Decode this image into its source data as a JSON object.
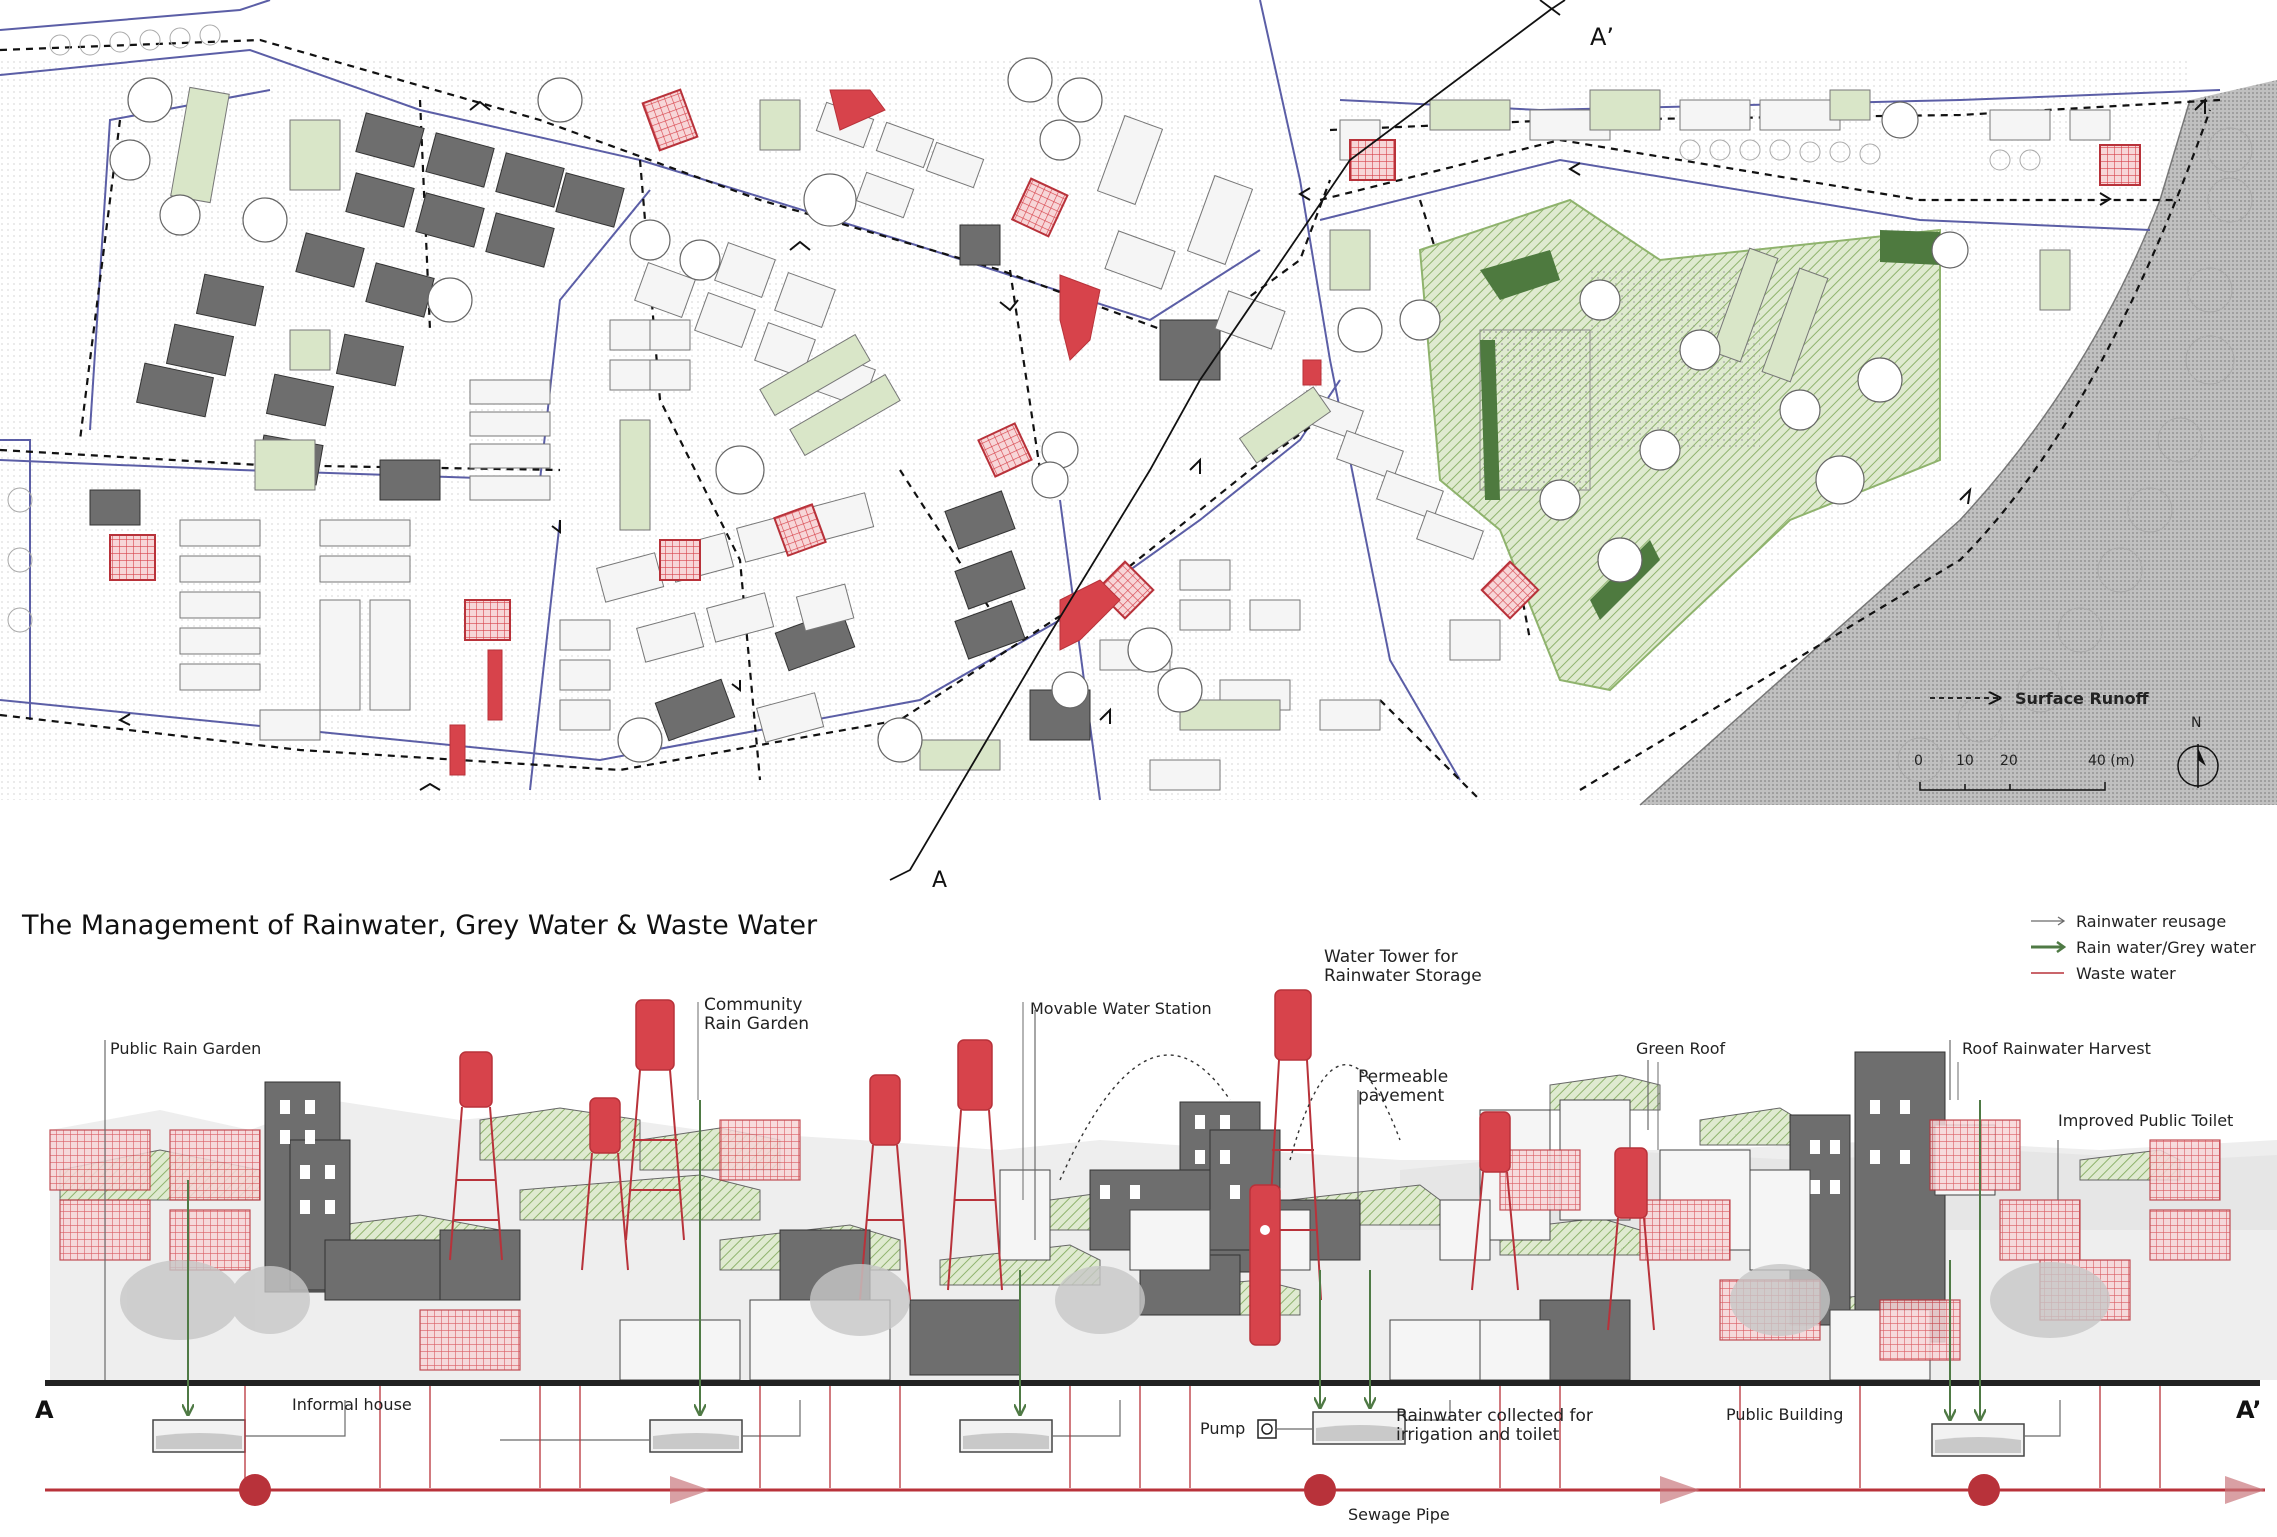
{
  "plan": {
    "section_start": "A",
    "section_end": "A’",
    "runoff_label": "Surface Runoff",
    "scale_ticks": [
      "0",
      "10",
      "20",
      "40 (m)"
    ],
    "north": "N"
  },
  "section": {
    "title": "The Management of Rainwater, Grey Water & Waste Water",
    "start": "A",
    "end": "A’",
    "labels": {
      "public_rain_garden": "Public Rain Garden",
      "community_rain_garden": "Community\nRain Garden",
      "movable_water_station": "Movable Water Station",
      "water_tower": "Water Tower for\nRainwater Storage",
      "permeable_pavement": "Permeable\npavement",
      "green_roof": "Green Roof",
      "roof_harvest": "Roof Rainwater Harvest",
      "public_toilet": "Improved Public Toilet",
      "informal_house": "Informal house",
      "pump": "Pump",
      "rainwater_collected": "Rainwater collected for\nirrigation and toilet",
      "public_building": "Public Building",
      "sewage_pipe": "Sewage Pipe"
    }
  },
  "legend": [
    {
      "label": "Rainwater reusage",
      "color": "#6b6b6b",
      "style": "thin-arrow"
    },
    {
      "label": "Rain water/Grey water",
      "color": "#4f7a45",
      "style": "thick-arrow"
    },
    {
      "label": "Waste water",
      "color": "#b8323a",
      "style": "line"
    }
  ],
  "colors": {
    "building_grey": "#6e6e6e",
    "building_light": "#f1f1f1",
    "green": "#a9c98a",
    "green_dark": "#4e7a3f",
    "red": "#d7434b",
    "sewage": "#b8323a",
    "road": "#5b5ea6"
  }
}
